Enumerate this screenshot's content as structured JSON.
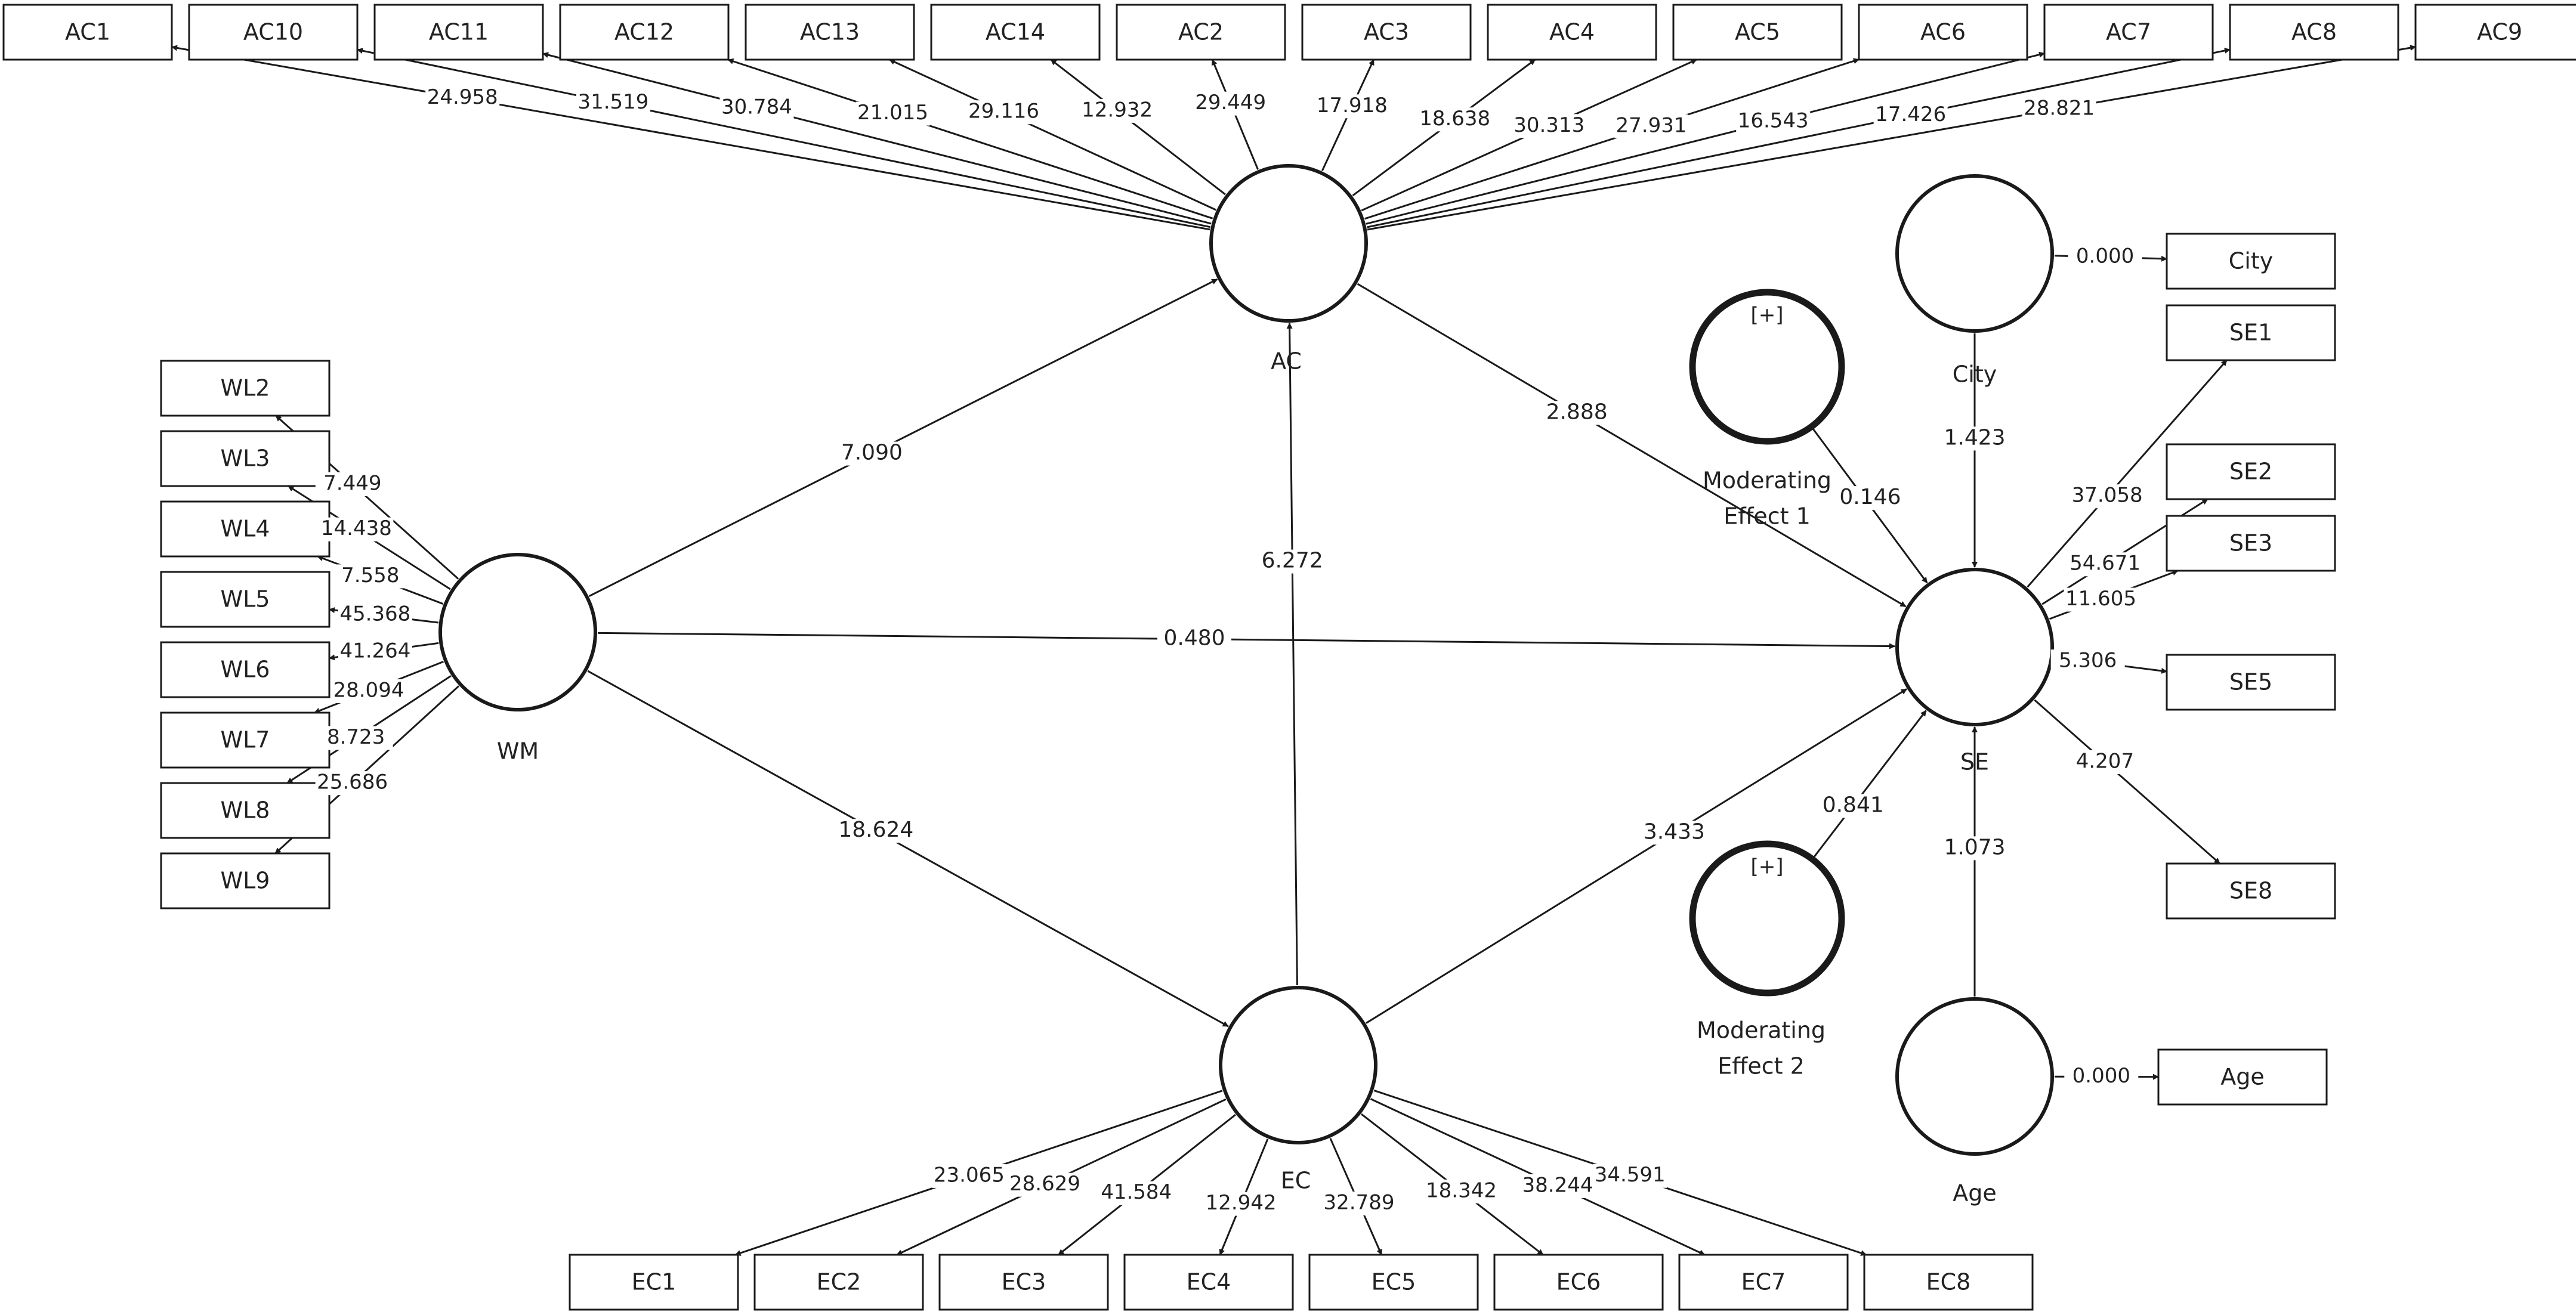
{
  "colors": {
    "stroke": "#1a1a1a",
    "fill": "#ffffff",
    "text": "#222222"
  },
  "latent": {
    "AC": {
      "label": "AC"
    },
    "WM": {
      "label": "WM"
    },
    "EC": {
      "label": "EC"
    },
    "SE": {
      "label": "SE"
    },
    "City": {
      "label": "City"
    },
    "Age": {
      "label": "Age"
    },
    "ME1": {
      "label_lines": [
        "Moderating",
        "Effect 1"
      ],
      "marker": "[+]"
    },
    "ME2": {
      "label_lines": [
        "Moderating",
        "Effect 2"
      ],
      "marker": "[+]"
    }
  },
  "indicators": {
    "AC1": "AC1",
    "AC10": "AC10",
    "AC11": "AC11",
    "AC12": "AC12",
    "AC13": "AC13",
    "AC14": "AC14",
    "AC2": "AC2",
    "AC3": "AC3",
    "AC4": "AC4",
    "AC5": "AC5",
    "AC6": "AC6",
    "AC7": "AC7",
    "AC8": "AC8",
    "AC9": "AC9",
    "WL2": "WL2",
    "WL3": "WL3",
    "WL4": "WL4",
    "WL5": "WL5",
    "WL6": "WL6",
    "WL7": "WL7",
    "WL8": "WL8",
    "WL9": "WL9",
    "EC1": "EC1",
    "EC2": "EC2",
    "EC3": "EC3",
    "EC4": "EC4",
    "EC5": "EC5",
    "EC6": "EC6",
    "EC7": "EC7",
    "EC8": "EC8",
    "City": "City",
    "SE1": "SE1",
    "SE2": "SE2",
    "SE3": "SE3",
    "SE5": "SE5",
    "SE8": "SE8",
    "Age": "Age"
  },
  "outer_values": {
    "AC": [
      "24.958",
      "31.519",
      "30.784",
      "21.015",
      "29.116",
      "12.932",
      "29.449",
      "17.918",
      "18.638",
      "30.313",
      "27.931",
      "16.543",
      "17.426",
      "28.821"
    ],
    "WM": [
      "7.449",
      "14.438",
      "7.558",
      "45.368",
      "41.264",
      "28.094",
      "8.723",
      "25.686"
    ],
    "EC": [
      "23.065",
      "28.629",
      "41.584",
      "12.942",
      "32.789",
      "18.342",
      "38.244",
      "34.591"
    ],
    "SE": [
      "37.058",
      "54.671",
      "11.605",
      "5.306",
      "4.207"
    ],
    "City": "0.000",
    "Age": "0.000"
  },
  "inner_values": {
    "WM_AC": "7.090",
    "WM_SE": "0.480",
    "WM_EC": "18.624",
    "EC_AC": "6.272",
    "AC_SE": "2.888",
    "EC_SE": "3.433",
    "ME1_SE": "0.146",
    "ME2_SE": "0.841",
    "City_SE": "1.423",
    "Age_SE": "1.073"
  }
}
